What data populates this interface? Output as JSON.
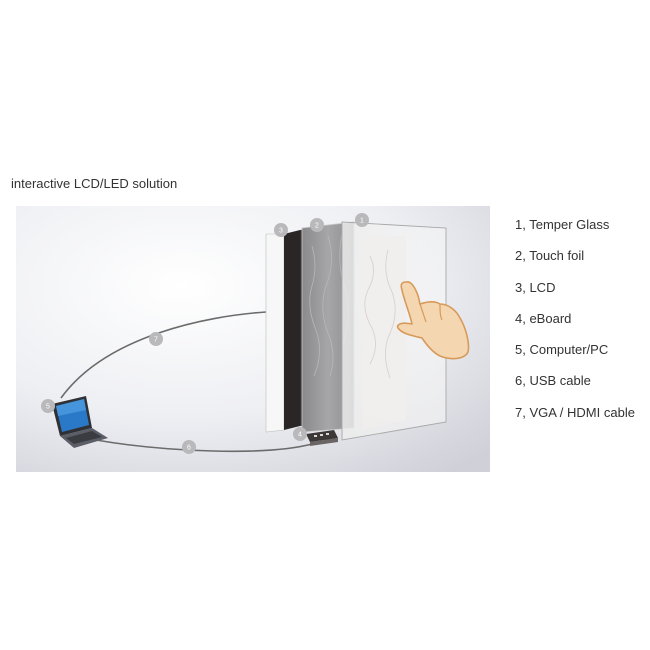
{
  "title": "interactive LCD/LED solution",
  "callouts": [
    "1",
    "2",
    "3",
    "4",
    "5",
    "6",
    "7"
  ],
  "legend": [
    "1, Temper Glass",
    "2, Touch foil",
    "3, LCD",
    "4, eBoard",
    "5, Computer/PC",
    "6, USB cable",
    "7, VGA / HDMI cable"
  ],
  "colors": {
    "panel_background": "#dcdde4",
    "badge": "#b9b9bb",
    "lcd": "#2a2626",
    "hand": "#f4d7b0"
  }
}
